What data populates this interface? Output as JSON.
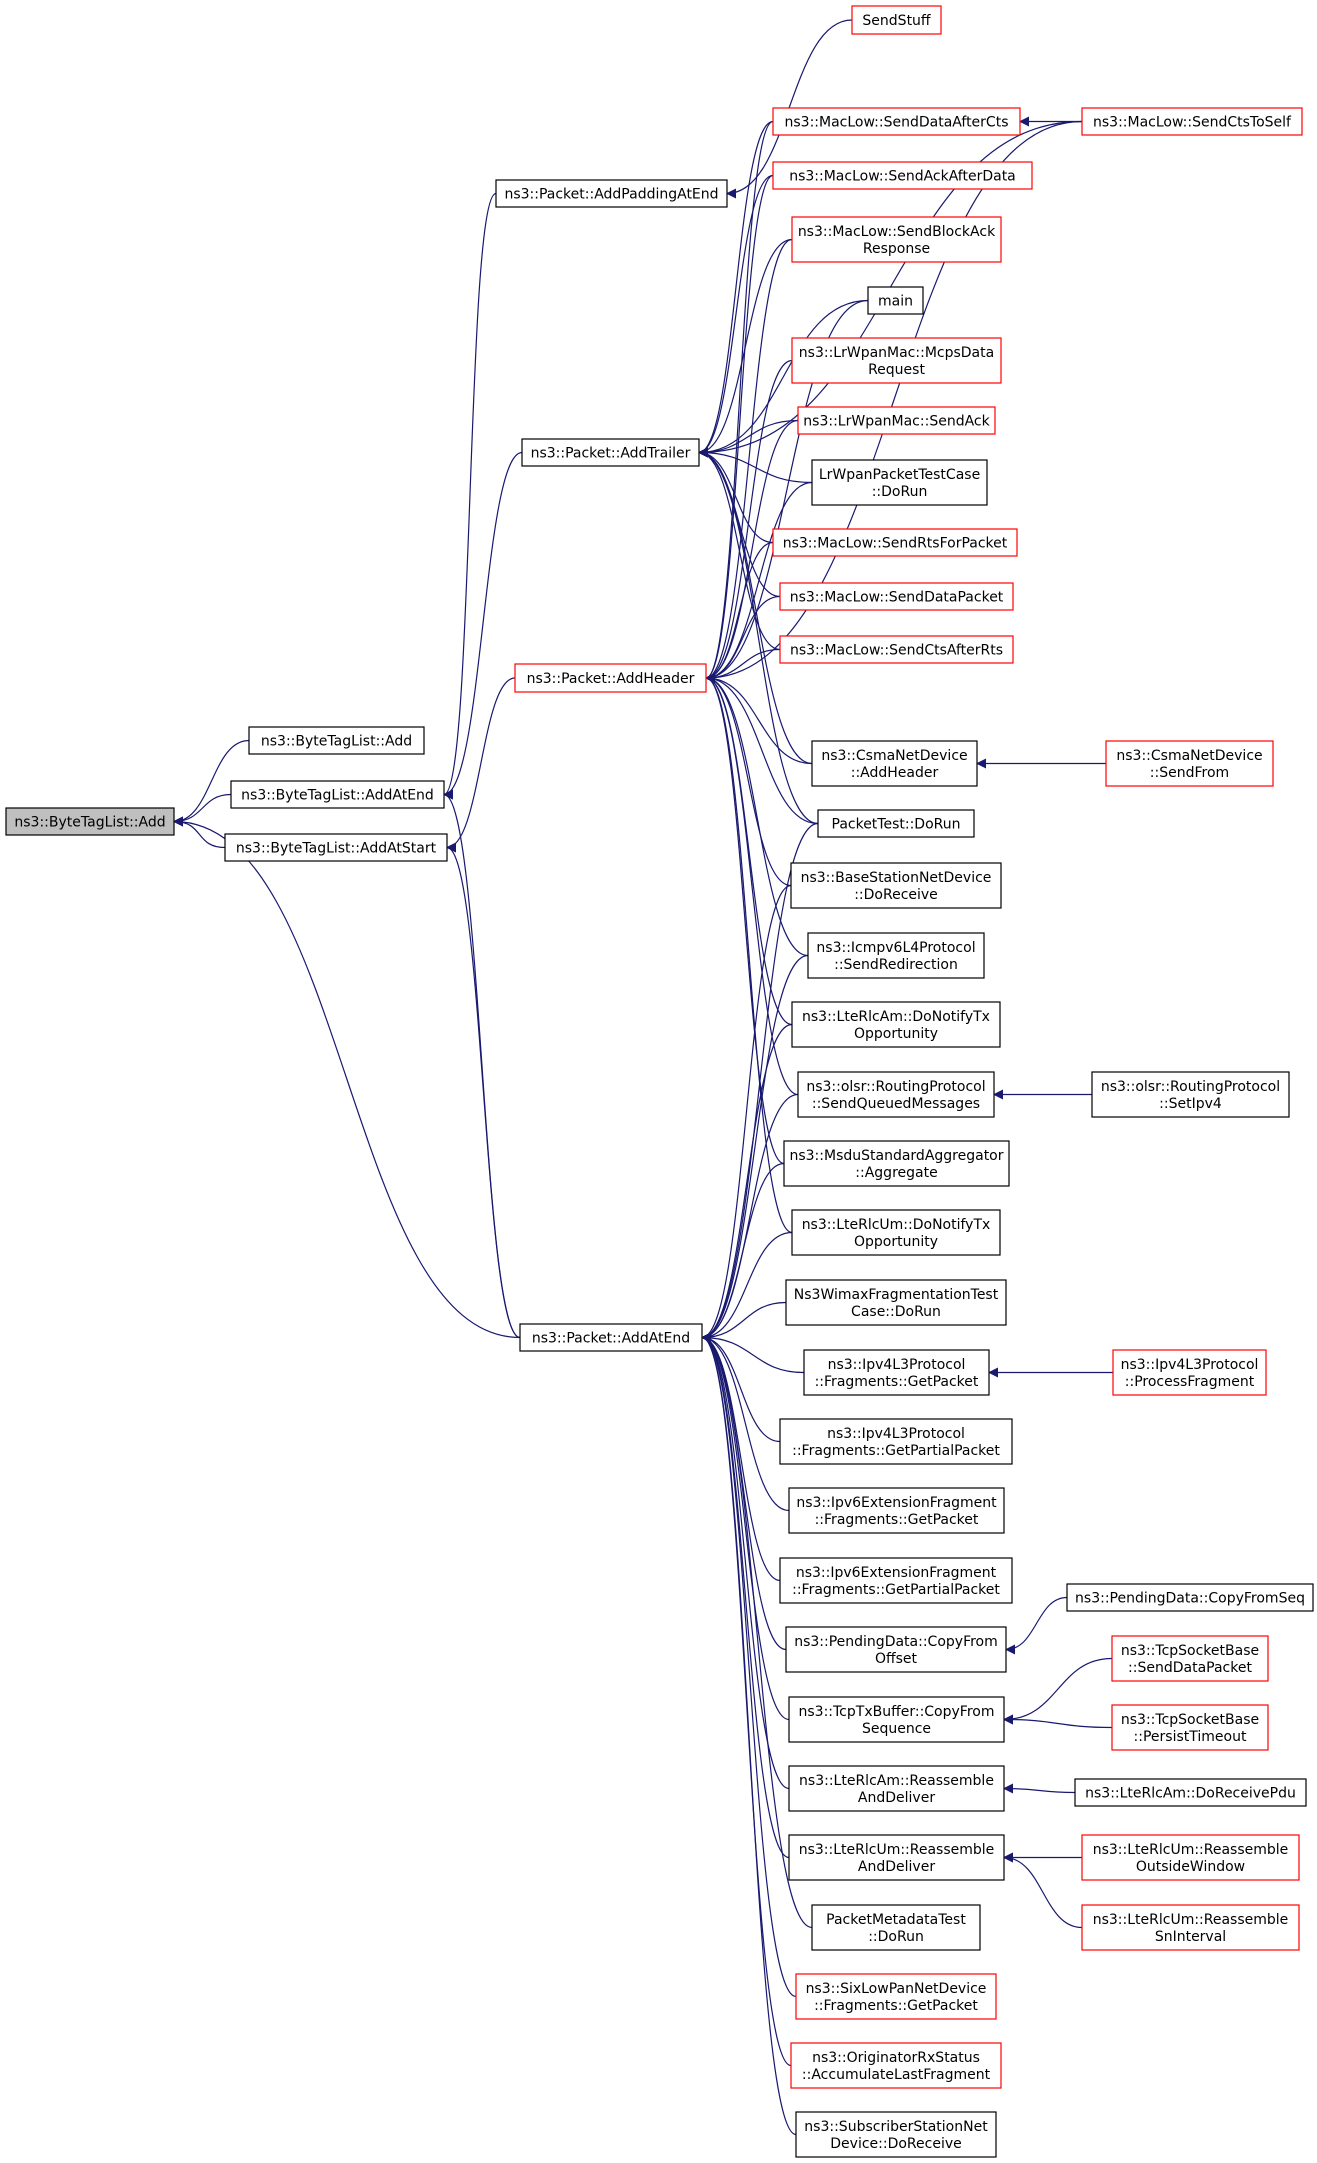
{
  "colors": {
    "edge": "#191970",
    "node_border_default": "#000000",
    "node_border_truncated": "#ff0000",
    "root_fill": "#bfbfbf",
    "node_fill": "#ffffff"
  },
  "nodes": [
    {
      "id": "root",
      "lines": [
        "ns3::ByteTagList::Add"
      ],
      "style": "root"
    },
    {
      "id": "btl_add",
      "lines": [
        "ns3::ByteTagList::Add"
      ],
      "style": "normal"
    },
    {
      "id": "btl_addatend",
      "lines": [
        "ns3::ByteTagList::AddAtEnd"
      ],
      "style": "normal"
    },
    {
      "id": "btl_addatstart",
      "lines": [
        "ns3::ByteTagList::AddAtStart"
      ],
      "style": "normal"
    },
    {
      "id": "p_addpadding",
      "lines": [
        "ns3::Packet::AddPaddingAtEnd"
      ],
      "style": "normal"
    },
    {
      "id": "p_addtrailer",
      "lines": [
        "ns3::Packet::AddTrailer"
      ],
      "style": "normal"
    },
    {
      "id": "p_addheader",
      "lines": [
        "ns3::Packet::AddHeader"
      ],
      "style": "truncated"
    },
    {
      "id": "p_addatend",
      "lines": [
        "ns3::Packet::AddAtEnd"
      ],
      "style": "normal"
    },
    {
      "id": "sendstuff",
      "lines": [
        "SendStuff"
      ],
      "style": "truncated"
    },
    {
      "id": "ml_senddataaftercts",
      "lines": [
        "ns3::MacLow::SendDataAfterCts"
      ],
      "style": "truncated"
    },
    {
      "id": "ml_sendctstoself",
      "lines": [
        "ns3::MacLow::SendCtsToSelf"
      ],
      "style": "truncated"
    },
    {
      "id": "ml_sendackafterdata",
      "lines": [
        "ns3::MacLow::SendAckAfterData"
      ],
      "style": "truncated"
    },
    {
      "id": "ml_sendblockack",
      "lines": [
        "ns3::MacLow::SendBlockAck",
        "Response"
      ],
      "style": "truncated"
    },
    {
      "id": "main",
      "lines": [
        "main"
      ],
      "style": "normal"
    },
    {
      "id": "lr_mcpsdata",
      "lines": [
        "ns3::LrWpanMac::McpsData",
        "Request"
      ],
      "style": "truncated"
    },
    {
      "id": "lr_sendack",
      "lines": [
        "ns3::LrWpanMac::SendAck"
      ],
      "style": "truncated"
    },
    {
      "id": "lr_testcase",
      "lines": [
        "LrWpanPacketTestCase",
        "::DoRun"
      ],
      "style": "normal"
    },
    {
      "id": "ml_sendrts",
      "lines": [
        "ns3::MacLow::SendRtsForPacket"
      ],
      "style": "truncated"
    },
    {
      "id": "ml_senddatapacket",
      "lines": [
        "ns3::MacLow::SendDataPacket"
      ],
      "style": "truncated"
    },
    {
      "id": "ml_sendctsafterrts",
      "lines": [
        "ns3::MacLow::SendCtsAfterRts"
      ],
      "style": "truncated"
    },
    {
      "id": "csma_addheader",
      "lines": [
        "ns3::CsmaNetDevice",
        "::AddHeader"
      ],
      "style": "normal"
    },
    {
      "id": "csma_sendfrom",
      "lines": [
        "ns3::CsmaNetDevice",
        "::SendFrom"
      ],
      "style": "truncated"
    },
    {
      "id": "packettest",
      "lines": [
        "PacketTest::DoRun"
      ],
      "style": "normal"
    },
    {
      "id": "bs_doreceive",
      "lines": [
        "ns3::BaseStationNetDevice",
        "::DoReceive"
      ],
      "style": "normal"
    },
    {
      "id": "icmp_sendredir",
      "lines": [
        "ns3::Icmpv6L4Protocol",
        "::SendRedirection"
      ],
      "style": "normal"
    },
    {
      "id": "rlcam_notify",
      "lines": [
        "ns3::LteRlcAm::DoNotifyTx",
        "Opportunity"
      ],
      "style": "normal"
    },
    {
      "id": "olsr_sendqueued",
      "lines": [
        "ns3::olsr::RoutingProtocol",
        "::SendQueuedMessages"
      ],
      "style": "normal"
    },
    {
      "id": "olsr_setipv4",
      "lines": [
        "ns3::olsr::RoutingProtocol",
        "::SetIpv4"
      ],
      "style": "normal"
    },
    {
      "id": "msdu_aggregate",
      "lines": [
        "ns3::MsduStandardAggregator",
        "::Aggregate"
      ],
      "style": "normal"
    },
    {
      "id": "rlcum_notify",
      "lines": [
        "ns3::LteRlcUm::DoNotifyTx",
        "Opportunity"
      ],
      "style": "normal"
    },
    {
      "id": "wimax_frag",
      "lines": [
        "Ns3WimaxFragmentationTest",
        "Case::DoRun"
      ],
      "style": "normal"
    },
    {
      "id": "ipv4_getpacket",
      "lines": [
        "ns3::Ipv4L3Protocol",
        "::Fragments::GetPacket"
      ],
      "style": "normal"
    },
    {
      "id": "ipv4_processfrag",
      "lines": [
        "ns3::Ipv4L3Protocol",
        "::ProcessFragment"
      ],
      "style": "truncated"
    },
    {
      "id": "ipv4_getpartial",
      "lines": [
        "ns3::Ipv4L3Protocol",
        "::Fragments::GetPartialPacket"
      ],
      "style": "normal"
    },
    {
      "id": "ipv6_getpacket",
      "lines": [
        "ns3::Ipv6ExtensionFragment",
        "::Fragments::GetPacket"
      ],
      "style": "normal"
    },
    {
      "id": "ipv6_getpartial",
      "lines": [
        "ns3::Ipv6ExtensionFragment",
        "::Fragments::GetPartialPacket"
      ],
      "style": "normal"
    },
    {
      "id": "pd_copyfromseq",
      "lines": [
        "ns3::PendingData::CopyFromSeq"
      ],
      "style": "normal"
    },
    {
      "id": "pd_copyfromoffset",
      "lines": [
        "ns3::PendingData::CopyFrom",
        "Offset"
      ],
      "style": "normal"
    },
    {
      "id": "tcp_senddatapacket",
      "lines": [
        "ns3::TcpSocketBase",
        "::SendDataPacket"
      ],
      "style": "truncated"
    },
    {
      "id": "tcptx_copyfromseq",
      "lines": [
        "ns3::TcpTxBuffer::CopyFrom",
        "Sequence"
      ],
      "style": "normal"
    },
    {
      "id": "tcp_persist",
      "lines": [
        "ns3::TcpSocketBase",
        "::PersistTimeout"
      ],
      "style": "truncated"
    },
    {
      "id": "rlcam_reassemble",
      "lines": [
        "ns3::LteRlcAm::Reassemble",
        "AndDeliver"
      ],
      "style": "normal"
    },
    {
      "id": "rlcam_doreceivepdu",
      "lines": [
        "ns3::LteRlcAm::DoReceivePdu"
      ],
      "style": "normal"
    },
    {
      "id": "rlcum_reassemble",
      "lines": [
        "ns3::LteRlcUm::Reassemble",
        "AndDeliver"
      ],
      "style": "normal"
    },
    {
      "id": "rlcum_outside",
      "lines": [
        "ns3::LteRlcUm::Reassemble",
        "OutsideWindow"
      ],
      "style": "truncated"
    },
    {
      "id": "rlcum_sninterval",
      "lines": [
        "ns3::LteRlcUm::Reassemble",
        "SnInterval"
      ],
      "style": "truncated"
    },
    {
      "id": "pm_test",
      "lines": [
        "PacketMetadataTest",
        "::DoRun"
      ],
      "style": "normal"
    },
    {
      "id": "sixlowpan_getpacket",
      "lines": [
        "ns3::SixLowPanNetDevice",
        "::Fragments::GetPacket"
      ],
      "style": "truncated"
    },
    {
      "id": "orig_accumulate",
      "lines": [
        "ns3::OriginatorRxStatus",
        "::AccumulateLastFragment"
      ],
      "style": "truncated"
    },
    {
      "id": "ss_doreceive",
      "lines": [
        "ns3::SubscriberStationNet",
        "Device::DoReceive"
      ],
      "style": "normal"
    }
  ],
  "edges": [
    [
      "root",
      "btl_add"
    ],
    [
      "root",
      "btl_addatend"
    ],
    [
      "root",
      "btl_addatstart"
    ],
    [
      "root",
      "p_addatend"
    ],
    [
      "btl_addatend",
      "p_addpadding"
    ],
    [
      "btl_addatend",
      "p_addtrailer"
    ],
    [
      "btl_addatend",
      "p_addatend"
    ],
    [
      "btl_addatstart",
      "p_addheader"
    ],
    [
      "btl_addatstart",
      "p_addatend"
    ],
    [
      "p_addpadding",
      "sendstuff"
    ],
    [
      "p_addtrailer",
      "ml_senddataaftercts"
    ],
    [
      "p_addtrailer",
      "ml_sendctstoself"
    ],
    [
      "p_addtrailer",
      "ml_sendackafterdata"
    ],
    [
      "p_addtrailer",
      "ml_sendblockack"
    ],
    [
      "p_addtrailer",
      "main"
    ],
    [
      "p_addtrailer",
      "lr_sendack"
    ],
    [
      "p_addtrailer",
      "lr_testcase"
    ],
    [
      "p_addtrailer",
      "ml_sendrts"
    ],
    [
      "p_addtrailer",
      "ml_senddatapacket"
    ],
    [
      "p_addtrailer",
      "ml_sendctsafterrts"
    ],
    [
      "p_addtrailer",
      "csma_addheader"
    ],
    [
      "p_addtrailer",
      "packettest"
    ],
    [
      "p_addheader",
      "ml_senddataaftercts"
    ],
    [
      "p_addheader",
      "ml_sendackafterdata"
    ],
    [
      "p_addheader",
      "ml_sendblockack"
    ],
    [
      "p_addheader",
      "main"
    ],
    [
      "p_addheader",
      "lr_mcpsdata"
    ],
    [
      "p_addheader",
      "lr_sendack"
    ],
    [
      "p_addheader",
      "lr_testcase"
    ],
    [
      "p_addheader",
      "ml_sendrts"
    ],
    [
      "p_addheader",
      "ml_senddatapacket"
    ],
    [
      "p_addheader",
      "ml_sendctsafterrts"
    ],
    [
      "p_addheader",
      "ml_sendctstoself"
    ],
    [
      "p_addheader",
      "csma_addheader"
    ],
    [
      "p_addheader",
      "packettest"
    ],
    [
      "p_addheader",
      "bs_doreceive"
    ],
    [
      "p_addheader",
      "icmp_sendredir"
    ],
    [
      "p_addheader",
      "rlcam_notify"
    ],
    [
      "p_addheader",
      "olsr_sendqueued"
    ],
    [
      "p_addheader",
      "msdu_aggregate"
    ],
    [
      "p_addheader",
      "rlcum_notify"
    ],
    [
      "p_addatend",
      "packettest"
    ],
    [
      "p_addatend",
      "bs_doreceive"
    ],
    [
      "p_addatend",
      "icmp_sendredir"
    ],
    [
      "p_addatend",
      "rlcam_notify"
    ],
    [
      "p_addatend",
      "olsr_sendqueued"
    ],
    [
      "p_addatend",
      "msdu_aggregate"
    ],
    [
      "p_addatend",
      "rlcum_notify"
    ],
    [
      "p_addatend",
      "wimax_frag"
    ],
    [
      "p_addatend",
      "ipv4_getpacket"
    ],
    [
      "p_addatend",
      "ipv4_getpartial"
    ],
    [
      "p_addatend",
      "ipv6_getpacket"
    ],
    [
      "p_addatend",
      "ipv6_getpartial"
    ],
    [
      "p_addatend",
      "pd_copyfromoffset"
    ],
    [
      "p_addatend",
      "tcptx_copyfromseq"
    ],
    [
      "p_addatend",
      "rlcam_reassemble"
    ],
    [
      "p_addatend",
      "rlcum_reassemble"
    ],
    [
      "p_addatend",
      "pm_test"
    ],
    [
      "p_addatend",
      "sixlowpan_getpacket"
    ],
    [
      "p_addatend",
      "orig_accumulate"
    ],
    [
      "p_addatend",
      "ss_doreceive"
    ],
    [
      "ml_senddataaftercts",
      "ml_sendctstoself"
    ],
    [
      "csma_addheader",
      "csma_sendfrom"
    ],
    [
      "olsr_sendqueued",
      "olsr_setipv4"
    ],
    [
      "ipv4_getpacket",
      "ipv4_processfrag"
    ],
    [
      "pd_copyfromoffset",
      "pd_copyfromseq"
    ],
    [
      "tcptx_copyfromseq",
      "tcp_senddatapacket"
    ],
    [
      "tcptx_copyfromseq",
      "tcp_persist"
    ],
    [
      "rlcam_reassemble",
      "rlcam_doreceivepdu"
    ],
    [
      "rlcum_reassemble",
      "rlcum_outside"
    ],
    [
      "rlcum_reassemble",
      "rlcum_sninterval"
    ]
  ]
}
